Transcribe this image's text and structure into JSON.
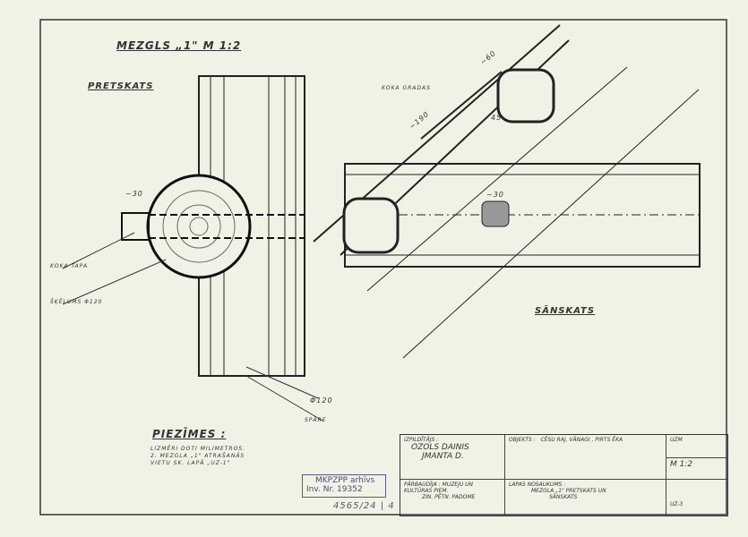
{
  "title": "MEZGLS „1\" M 1:2",
  "views": {
    "front": "PRETSKATS",
    "side": "SĀNSKATS"
  },
  "dimensions": {
    "peg_len": "~30",
    "diameter": "Φ120",
    "peg_label": "KOKA TAPA",
    "cut_label": "ŠĶĒLUMS Φ120",
    "rafter": "SPĀRE",
    "beam_label": "KOKA GRADAS",
    "len190": "~190",
    "d60": "~60",
    "d45": "45",
    "d30": "~30"
  },
  "notes": {
    "heading": "PIEZĪMES :",
    "lines": [
      "LIZMĒRI DOTI MILIMETROS.",
      "2. MEZGLA „1\" ATRAŠANĀS",
      "VIETU SK. LAPĀ „UZ-1\""
    ]
  },
  "titleblock": {
    "author_label": "IZPILDĪTĀJS :",
    "author1": "OZOLS DAINIS",
    "author2": "JMANTA D.",
    "object_label": "OBJEKTS :",
    "object": "CĒSU RAJ. VĀNAGI , PIRTS ĒKA",
    "code": "UZM",
    "scale": "M 1:2",
    "checker_label": "PĀRBAUDĪJA :",
    "checker1": "MUZEJU UN",
    "checker2": "KULTŪRAS PIEM.",
    "checker3": "ZIN. PĒTN. PADOME",
    "sheet_label": "LAPAS NOSAUKUMS :",
    "sheet1": "MEZGLA „1\" PRETSKATS UN",
    "sheet2": "SĀNSKATS",
    "sheet_no": "UZ-3"
  },
  "stamp": {
    "line1": "MKPZPP arhīvs",
    "line2": "Inv. Nr. 19352",
    "extra": "4565/24 | 4"
  }
}
